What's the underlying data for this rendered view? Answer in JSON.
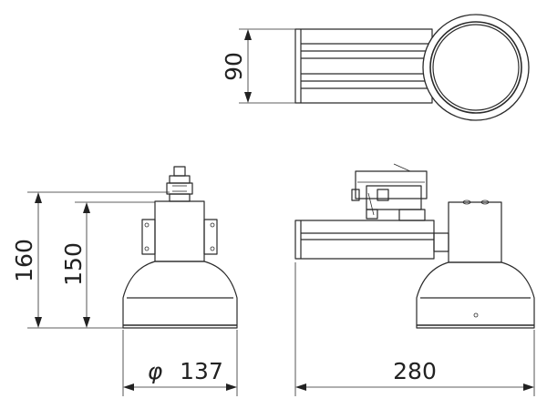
{
  "dimensions": {
    "top_height": "90",
    "front_height_overall": "160",
    "front_height_body": "150",
    "diameter_symbol": "φ",
    "diameter_value": "137",
    "side_length": "280"
  }
}
